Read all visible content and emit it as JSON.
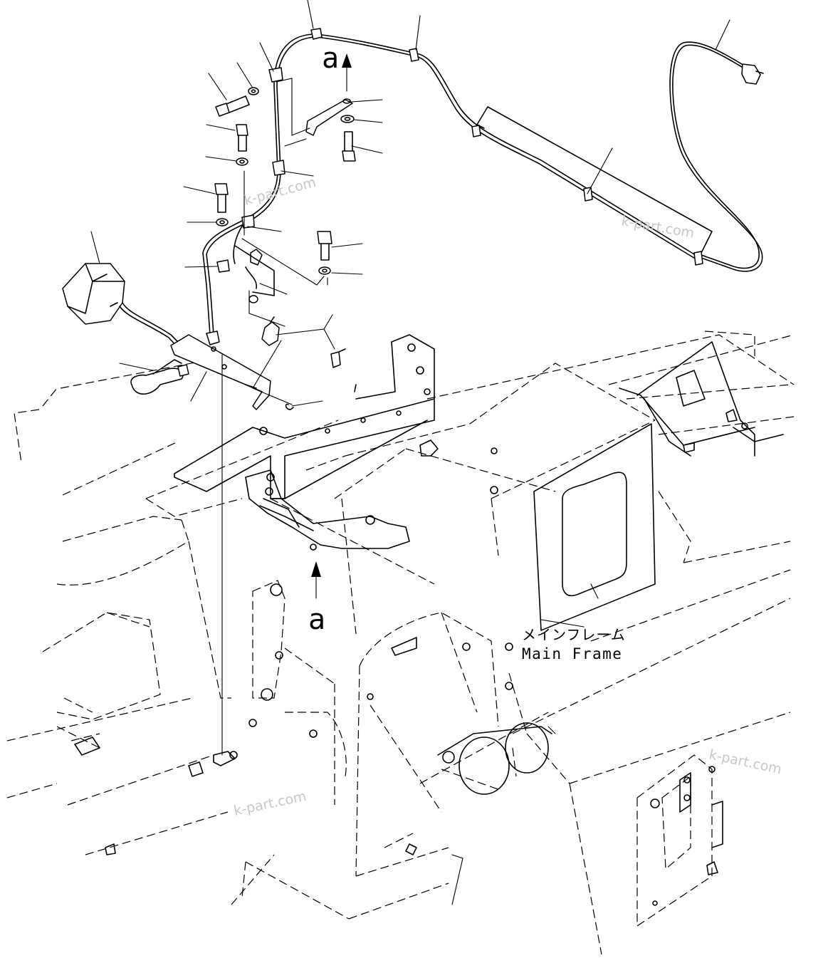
{
  "labels": {
    "view_mark_top": "a",
    "view_mark_bottom": "a",
    "main_frame_jp": "メインフレーム",
    "main_frame_en": "Main Frame"
  },
  "watermarks": [
    "k-part.com",
    "k-part.com",
    "k-part.com",
    "k-part.com"
  ],
  "icons": [
    "warning-lamp-icon",
    "bolt-icon",
    "washer-icon",
    "bracket-icon",
    "clamp-icon",
    "wiring-harness-icon",
    "connector-icon"
  ]
}
